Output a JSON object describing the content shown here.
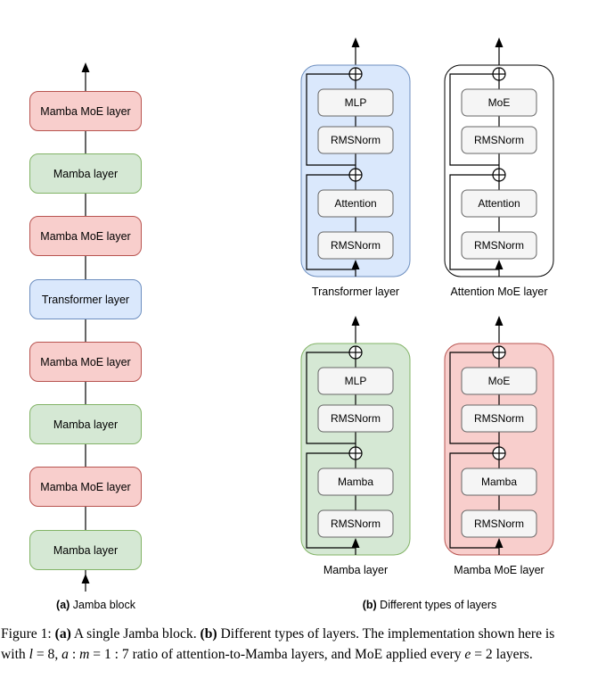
{
  "colors": {
    "red-fill": "#f8cecc",
    "red-stroke": "#b85450",
    "green-fill": "#d5e8d4",
    "green-stroke": "#82b366",
    "blue-fill": "#dae8fc",
    "blue-stroke": "#6c8ebf",
    "white-fill": "#ffffff",
    "white-stroke": "#000000",
    "inner-fill": "#f5f5f5",
    "inner-stroke": "#666666",
    "line": "#000000"
  },
  "panel_a": {
    "layers": [
      {
        "label": "Mamba MoE layer",
        "type": "red"
      },
      {
        "label": "Mamba layer",
        "type": "green"
      },
      {
        "label": "Mamba MoE layer",
        "type": "red"
      },
      {
        "label": "Transformer layer",
        "type": "blue"
      },
      {
        "label": "Mamba MoE layer",
        "type": "red"
      },
      {
        "label": "Mamba layer",
        "type": "green"
      },
      {
        "label": "Mamba MoE layer",
        "type": "red"
      },
      {
        "label": "Mamba layer",
        "type": "green"
      }
    ],
    "caption": {
      "tag": "(a)",
      "text": " Jamba block"
    }
  },
  "panel_b": {
    "cells": [
      {
        "type": "blue",
        "label": "Transformer layer",
        "top_box": "MLP",
        "norm1": "RMSNorm",
        "mid_box": "Attention",
        "norm2": "RMSNorm"
      },
      {
        "type": "white",
        "label": "Attention MoE layer",
        "top_box": "MoE",
        "norm1": "RMSNorm",
        "mid_box": "Attention",
        "norm2": "RMSNorm"
      },
      {
        "type": "green",
        "label": "Mamba layer",
        "top_box": "MLP",
        "norm1": "RMSNorm",
        "mid_box": "Mamba",
        "norm2": "RMSNorm"
      },
      {
        "type": "red",
        "label": "Mamba MoE layer",
        "top_box": "MoE",
        "norm1": "RMSNorm",
        "mid_box": "Mamba",
        "norm2": "RMSNorm"
      }
    ],
    "caption": {
      "tag": "(b)",
      "text": " Different types of layers"
    }
  },
  "caption": {
    "l1_prefix": "Figure 1: ",
    "l1_a": "(a)",
    "l1_a_text": " A single Jamba block. ",
    "l1_b": "(b)",
    "l1_b_text": " Different types of layers. The implementation shown here is",
    "l2_t0": "with ",
    "l2_v1": "l",
    "l2_t1": " = 8, ",
    "l2_v2": "a",
    "l2_t2": " : ",
    "l2_v3": "m",
    "l2_t3": " = 1 : 7 ratio of attention-to-Mamba layers, and MoE applied every ",
    "l2_v4": "e",
    "l2_t4": " = 2 layers."
  }
}
